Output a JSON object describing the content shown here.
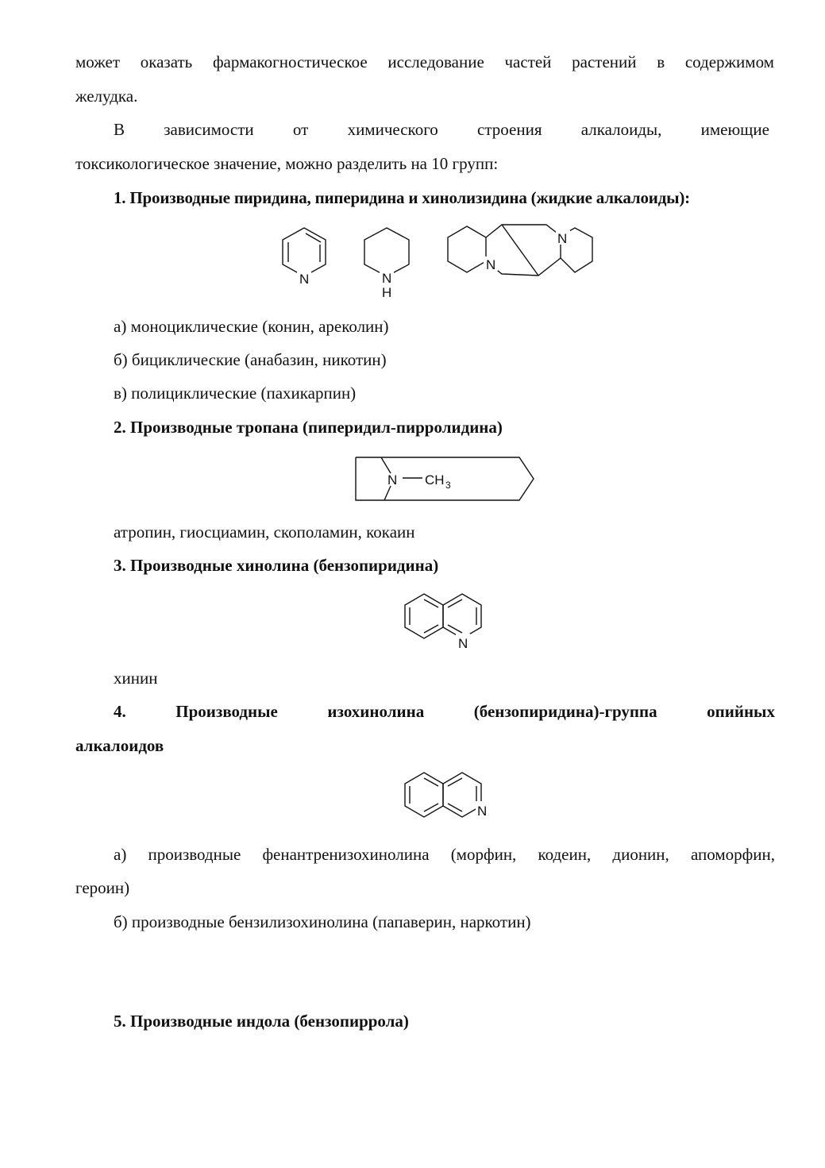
{
  "intro": {
    "line1_words": [
      "может",
      "оказать",
      "фармакогностическое",
      "исследование",
      "частей",
      "растений",
      "в",
      "содержимом"
    ],
    "line2": "желудка.",
    "line3_words": [
      "В",
      "зависимости",
      "от",
      "химического",
      "строения",
      "алкалоиды,",
      "имеющие"
    ],
    "line4": "токсикологическое значение, можно разделить на 10 групп:"
  },
  "group1": {
    "heading": "1. Производные пиридина, пиперидина и хинолизидина (жидкие алкалоиды):",
    "atoms": {
      "pyridine_n": "N",
      "piperidine_n": "N",
      "piperidine_h": "H",
      "quinolizidine_n1": "N",
      "quinolizidine_n2": "N"
    },
    "items": [
      "а) моноциклические (конин, ареколин)",
      "б) бициклические (анабазин, никотин)",
      "в) полициклические (пахикарпин)"
    ]
  },
  "group2": {
    "heading": "2. Производные тропана (пиперидил-пирролидина)",
    "atoms": {
      "n": "N",
      "ch": "CH",
      "sub": "3"
    },
    "examples": "атропин, гиосциамин, скополамин, кокаин"
  },
  "group3": {
    "heading": "3. Производные хинолина (бензопиридина)",
    "atoms": {
      "n": "N"
    },
    "examples": "хинин"
  },
  "group4": {
    "heading_words": [
      "4.",
      "Производные",
      "изохинолина",
      "(бензопиридина)-группа",
      "опийных"
    ],
    "heading_line2": "алкалоидов",
    "atoms": {
      "n": "N"
    },
    "item_a_words": [
      "а)",
      "производные",
      "фенантренизохинолина",
      "(морфин,",
      "кодеин,",
      "дионин,",
      "апоморфин,"
    ],
    "item_a_line2": "героин)",
    "item_b": "б) производные бензилизохинолина (папаверин, наркотин)"
  },
  "group5": {
    "heading": "5. Производные индола (бензопиррола)"
  }
}
